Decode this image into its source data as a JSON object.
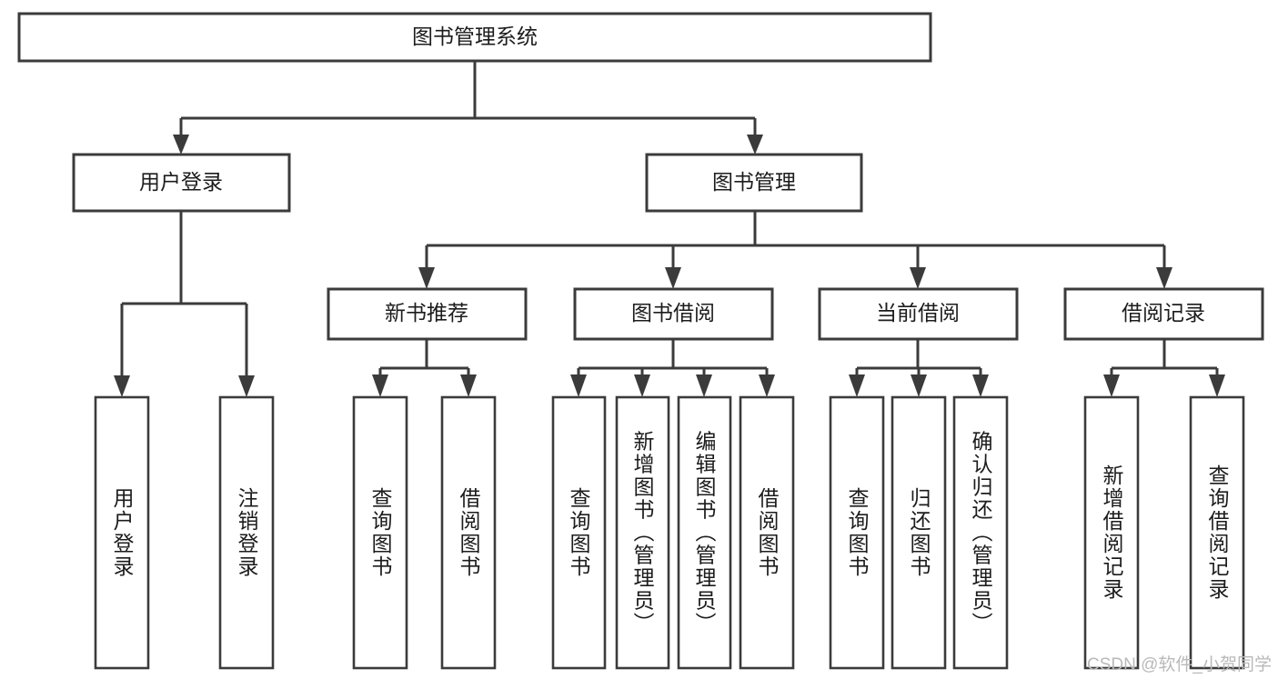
{
  "diagram": {
    "type": "tree",
    "title_node": {
      "label": "图书管理系统"
    },
    "level2": [
      {
        "label": "用户登录"
      },
      {
        "label": "图书管理"
      }
    ],
    "level3": [
      {
        "label": "新书推荐"
      },
      {
        "label": "图书借阅"
      },
      {
        "label": "当前借阅"
      },
      {
        "label": "借阅记录"
      }
    ],
    "leaves": {
      "user_login": [
        {
          "label": "用户登录"
        },
        {
          "label": "注销登录"
        }
      ],
      "new_book": [
        {
          "label": "查询图书"
        },
        {
          "label": "借阅图书"
        }
      ],
      "book_borrow": [
        {
          "label": "查询图书"
        },
        {
          "label": "新增图书（管理员）"
        },
        {
          "label": "编辑图书（管理员）"
        },
        {
          "label": "借阅图书"
        }
      ],
      "current_borrow": [
        {
          "label": "查询图书"
        },
        {
          "label": "归还图书"
        },
        {
          "label": "确认归还（管理员）"
        }
      ],
      "borrow_record": [
        {
          "label": "新增借阅记录"
        },
        {
          "label": "查询借阅记录"
        }
      ]
    }
  },
  "watermark": {
    "text": "CSDN @软件_小贺同学"
  },
  "colors": {
    "stroke": "#3b3b3b",
    "fill": "#ffffff",
    "text": "#1c1c1c",
    "watermark": "#b9b9b9"
  }
}
